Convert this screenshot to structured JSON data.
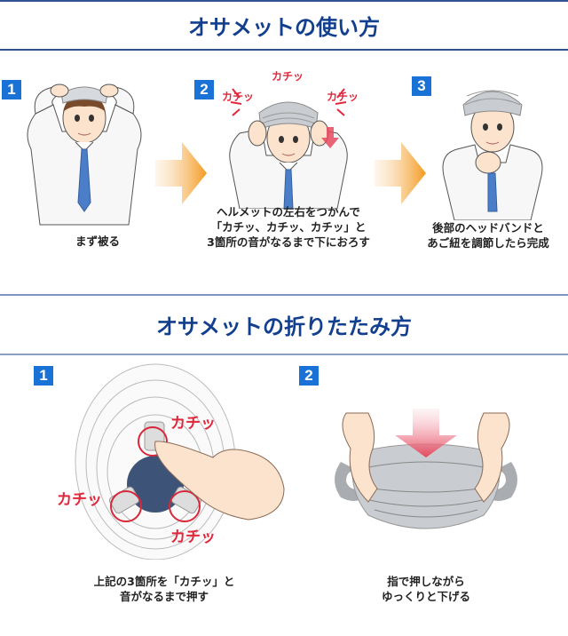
{
  "usage_section": {
    "title": "オサメットの使い方",
    "steps": [
      {
        "number": "1",
        "caption_lines": [
          "まず被る"
        ]
      },
      {
        "number": "2",
        "caption_lines": [
          "ヘルメットの左右をつかんで",
          "「カチッ、カチッ、カチッ」と",
          "3箇所の音がなるまで下におろす"
        ],
        "click_labels": [
          "カチッ",
          "カチッ",
          "カチッ"
        ]
      },
      {
        "number": "3",
        "caption_lines": [
          "後部のヘッドバンドと",
          "あご紐を調節したら完成"
        ]
      }
    ]
  },
  "folding_section": {
    "title": "オサメットの折りたたみ方",
    "steps": [
      {
        "number": "1",
        "caption_lines": [
          "上記の3箇所を「カチッ」と",
          "音がなるまで押す"
        ],
        "click_labels": [
          "カチッ",
          "カチッ",
          "カチッ"
        ]
      },
      {
        "number": "2",
        "caption_lines": [
          "指で押しながら",
          "ゆっくりと下げる"
        ]
      }
    ]
  },
  "colors": {
    "title_text": "#123f8e",
    "header_rule": "#2f5490",
    "badge_bg": "#1a72d6",
    "arrow_orange": "#f39a1e",
    "click_red": "#e0283c",
    "push_arrow_pink": "#e8485e",
    "helmet_gray": "#c9ccd0",
    "tie_blue": "#4a7ec8",
    "hub_navy": "#3d5478"
  }
}
